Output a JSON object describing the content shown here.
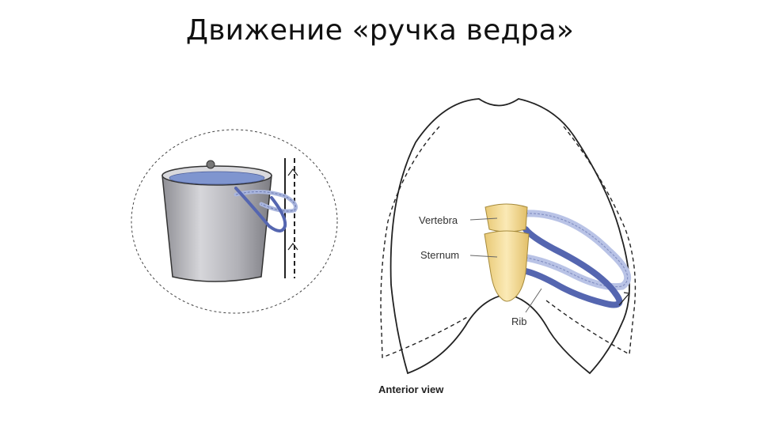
{
  "title": "Движение «ручка ведра»",
  "labels": {
    "vertebra": "Vertebra",
    "sternum": "Sternum",
    "rib": "Rib"
  },
  "caption": "Anterior view",
  "colors": {
    "rib_blue": "#5566b0",
    "rib_light": "#b9c3e6",
    "bone": "#f6de9a",
    "bucket_gray": "#b8b8bc",
    "water": "#7f95cf"
  }
}
